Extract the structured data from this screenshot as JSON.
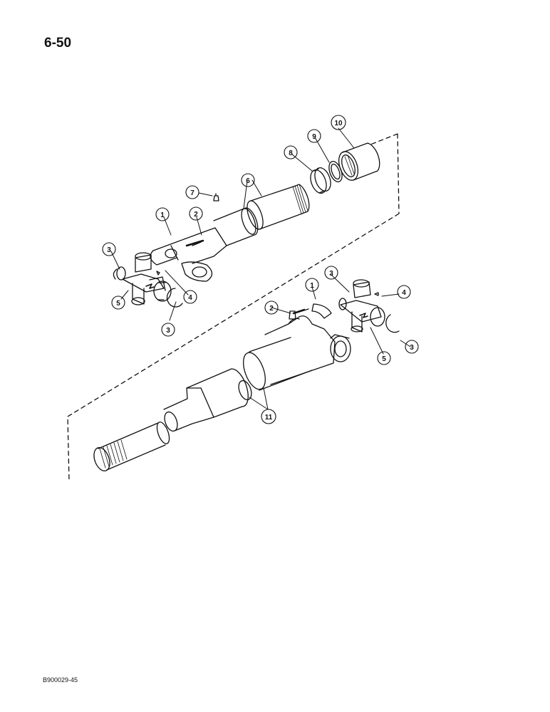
{
  "page_number": "6-50",
  "figure_code": "B900029-45",
  "callouts": {
    "c1a": "1",
    "c2a": "2",
    "c3a": "3",
    "c3b": "3",
    "c4a": "4",
    "c5a": "5",
    "c6": "6",
    "c7": "7",
    "c8": "8",
    "c9": "9",
    "c10": "10",
    "c1b": "1",
    "c2b": "2",
    "c3c": "3",
    "c3d": "3",
    "c4b": "4",
    "c5b": "5",
    "c11": "11"
  }
}
